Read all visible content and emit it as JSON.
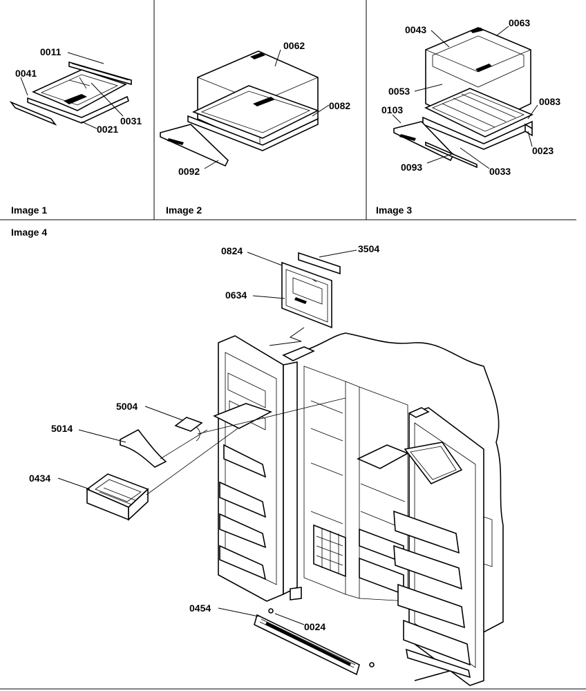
{
  "panels": {
    "image1": {
      "caption": "Image 1",
      "callouts": [
        "0011",
        "0041",
        "0031",
        "0021"
      ]
    },
    "image2": {
      "caption": "Image 2",
      "callouts": [
        "0062",
        "0082",
        "0092"
      ]
    },
    "image3": {
      "caption": "Image 3",
      "callouts": [
        "0043",
        "0063",
        "0053",
        "0103",
        "0083",
        "0023",
        "0093",
        "0033"
      ]
    },
    "image4": {
      "caption": "Image 4",
      "callouts": [
        "0824",
        "3504",
        "0634",
        "5004",
        "5014",
        "0434",
        "0454",
        "0024"
      ]
    }
  }
}
